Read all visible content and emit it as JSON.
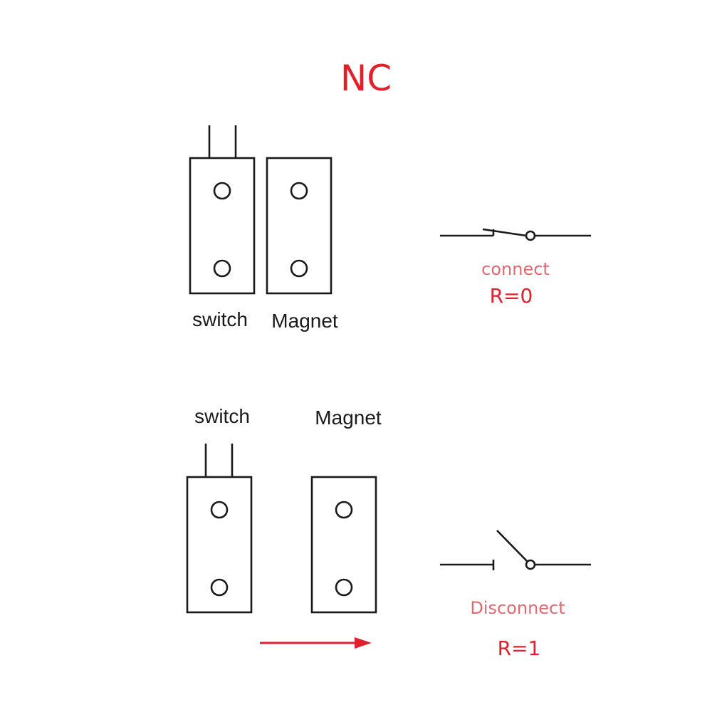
{
  "title": "NC",
  "closed_state": {
    "switch_label": "switch",
    "magnet_label": "Magnet",
    "status_text": "connect",
    "resistance_text": "R=0"
  },
  "open_state": {
    "switch_label": "switch",
    "magnet_label": "Magnet",
    "status_text": "Disconnect",
    "resistance_text": "R=1"
  },
  "colors": {
    "accent": "#e0202a",
    "status_text": "#e06a72",
    "line": "#1a1a1a"
  }
}
